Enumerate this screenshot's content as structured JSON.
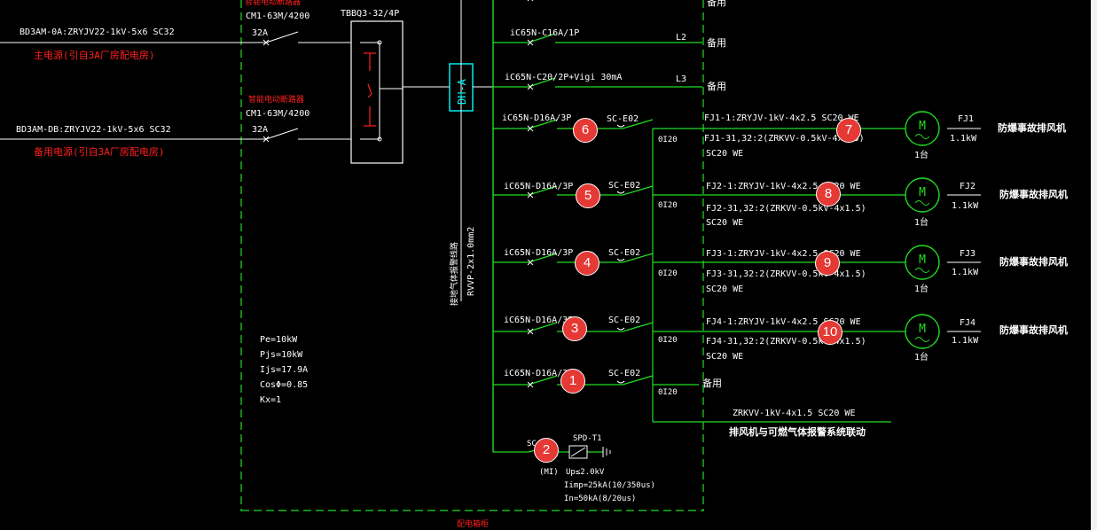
{
  "colors": {
    "wire": "#22dd22",
    "panel": "#22dd22",
    "device": "#ffffff",
    "text": "#ffffff",
    "red": "#ff2020",
    "badge": "#e53935",
    "cyan": "#00ffff"
  },
  "incomers": [
    {
      "cable": "BD3AM-0A:ZRYJV22-1kV-5x6   SC32",
      "note": "主电源(引自3A厂房配电房)",
      "breaker_title": "智能电动断路器",
      "breaker": "CM1-63M/4200",
      "rating": "32A"
    },
    {
      "cable": "BD3AM-DB:ZRYJV22-1kV-5x6   SC32",
      "note": "备用电源(引自3A厂房配电房)",
      "breaker_title": "智能电动断路器",
      "breaker": "CM1-63M/4200",
      "rating": "32A"
    }
  ],
  "ats": {
    "label": "TBBQ3-32/4P"
  },
  "bus_box": {
    "label": "DH-A"
  },
  "bus_vertical_label": "接地气体报警线路",
  "bus_vertical_cable": "RVVP-2x1.0mm2",
  "top_branches": [
    {
      "breaker": "",
      "phase": "",
      "spare": "备用"
    },
    {
      "breaker": "iC65N-C16A/1P",
      "phase": "L2",
      "spare": "备用"
    },
    {
      "breaker": "iC65N-C20/2P+Vigi 30mA",
      "phase": "L3",
      "spare": "备用"
    }
  ],
  "motor_branches": [
    {
      "breaker": "iC65N-D16A/3P",
      "contactor": "SC-E02",
      "num": "6",
      "cable": "FJ1-1:ZRYJV-1kV-4x2.5  SC20  WE",
      "ctrl": "FJ1-31,32:2(ZRKVV-0.5kV-4x1.5)",
      "pipe": "SC20  WE",
      "tag": "0I20",
      "badge2": "7",
      "motor_id": "FJ1",
      "power": "1.1kW",
      "qty": "1台",
      "desc": "防爆事故排风机"
    },
    {
      "breaker": "iC65N-D16A/3P",
      "contactor": "SC-E02",
      "num": "5",
      "cable": "FJ2-1:ZRYJV-1kV-4x2.5  SC20  WE",
      "ctrl": "FJ2-31,32:2(ZRKVV-0.5kV-4x1.5)",
      "pipe": "SC20  WE",
      "tag": "0I20",
      "badge2": "8",
      "motor_id": "FJ2",
      "power": "1.1kW",
      "qty": "1台",
      "desc": "防爆事故排风机"
    },
    {
      "breaker": "iC65N-D16A/3P",
      "contactor": "SC-E02",
      "num": "4",
      "cable": "FJ3-1:ZRYJV-1kV-4x2.5  SC20  WE",
      "ctrl": "FJ3-31,32:2(ZRKVV-0.5kV-4x1.5)",
      "pipe": "SC20  WE",
      "tag": "0I20",
      "badge2": "9",
      "motor_id": "FJ3",
      "power": "1.1kW",
      "qty": "1台",
      "desc": "防爆事故排风机"
    },
    {
      "breaker": "iC65N-D16A/3P",
      "contactor": "SC-E02",
      "num": "3",
      "cable": "FJ4-1:ZRYJV-1kV-4x2.5  SC20  WE",
      "ctrl": "FJ4-31,32:2(ZRKVV-0.5kV-4x1.5)",
      "pipe": "SC20  WE",
      "tag": "0I20",
      "badge2": "10",
      "motor_id": "FJ4",
      "power": "1.1kW",
      "qty": "1台",
      "desc": "防爆事故排风机"
    }
  ],
  "spare_branch": {
    "breaker": "iC65N-D16A/3P",
    "contactor": "SC-E02",
    "num": "1",
    "tag": "0I20",
    "label": "备用"
  },
  "linkage": {
    "cable": "ZRKVV-1kV-4x1.5  SC20  WE",
    "label": "排风机与可燃气体报警系统联动"
  },
  "spd": {
    "breaker": "SC",
    "breaker_note": "(MI)",
    "num": "2",
    "label": "SPD-T1",
    "up": "Up≤2.0kV",
    "iimp": "Iimp=25kA(10/350us)",
    "in": "In=50kA(8/20us)"
  },
  "params": [
    "Pe=10kW",
    "Pjs=10kW",
    "Ijs=17.9A",
    "CosΦ=0.85",
    "Kx=1"
  ],
  "panel_name": "配电箱柜"
}
